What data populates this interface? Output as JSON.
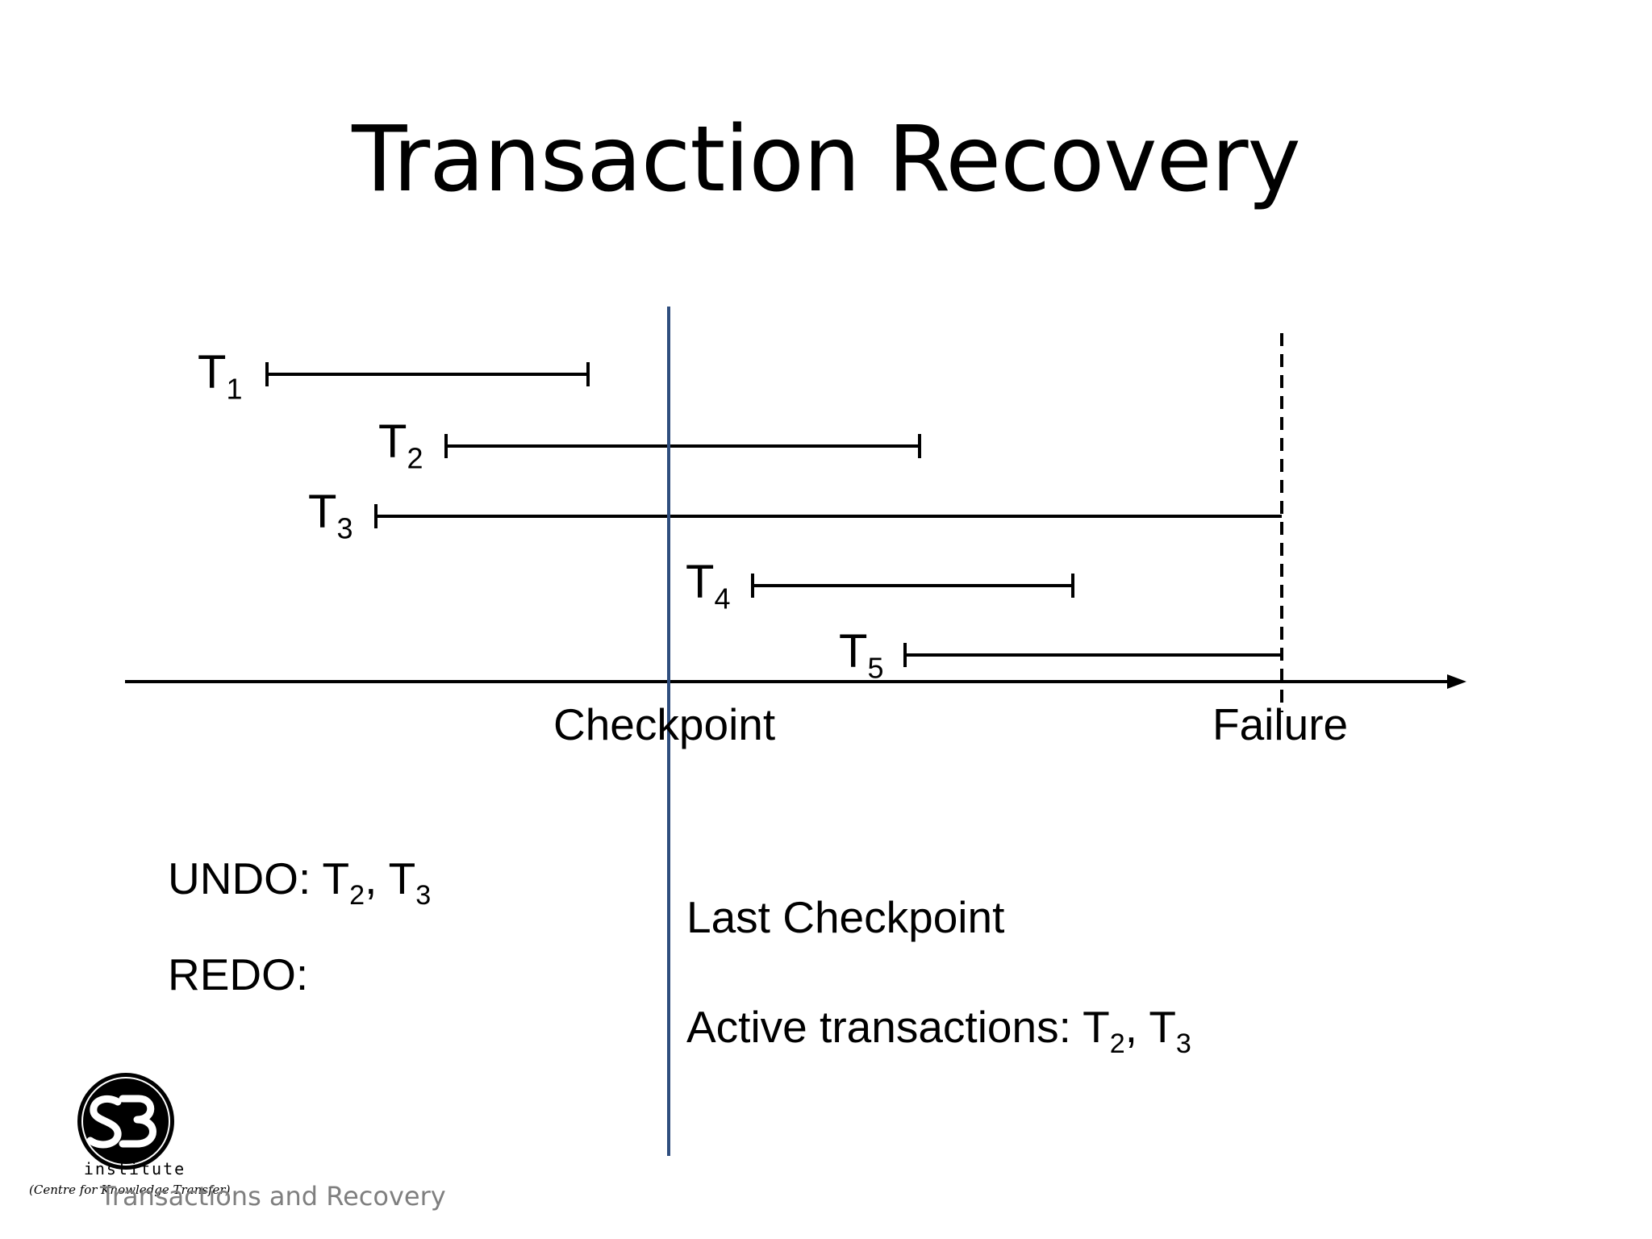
{
  "slide": {
    "title": "Transaction Recovery",
    "footer": "Transactions and Recovery"
  },
  "diagram": {
    "transactions": [
      {
        "name": "T",
        "sub": "1"
      },
      {
        "name": "T",
        "sub": "2"
      },
      {
        "name": "T",
        "sub": "3"
      },
      {
        "name": "T",
        "sub": "4"
      },
      {
        "name": "T",
        "sub": "5"
      }
    ],
    "checkpoint_label": "Checkpoint",
    "failure_label": "Failure",
    "colors": {
      "checkpoint_line": "#2f4e7e",
      "lines": "#000000",
      "footer_text": "#7f7f7f"
    }
  },
  "notes": {
    "undo_prefix": "UNDO: ",
    "undo_items": [
      {
        "name": "T",
        "sub": "2"
      },
      {
        "name": "T",
        "sub": "3"
      }
    ],
    "separator": ", ",
    "redo": "REDO:",
    "last_checkpoint": "Last Checkpoint",
    "active_prefix": "Active transactions: ",
    "active_items": [
      {
        "name": "T",
        "sub": "2"
      },
      {
        "name": "T",
        "sub": "3"
      }
    ]
  },
  "logo": {
    "text": "institute",
    "tagline": "(Centre for Knowledge Transfer)"
  }
}
